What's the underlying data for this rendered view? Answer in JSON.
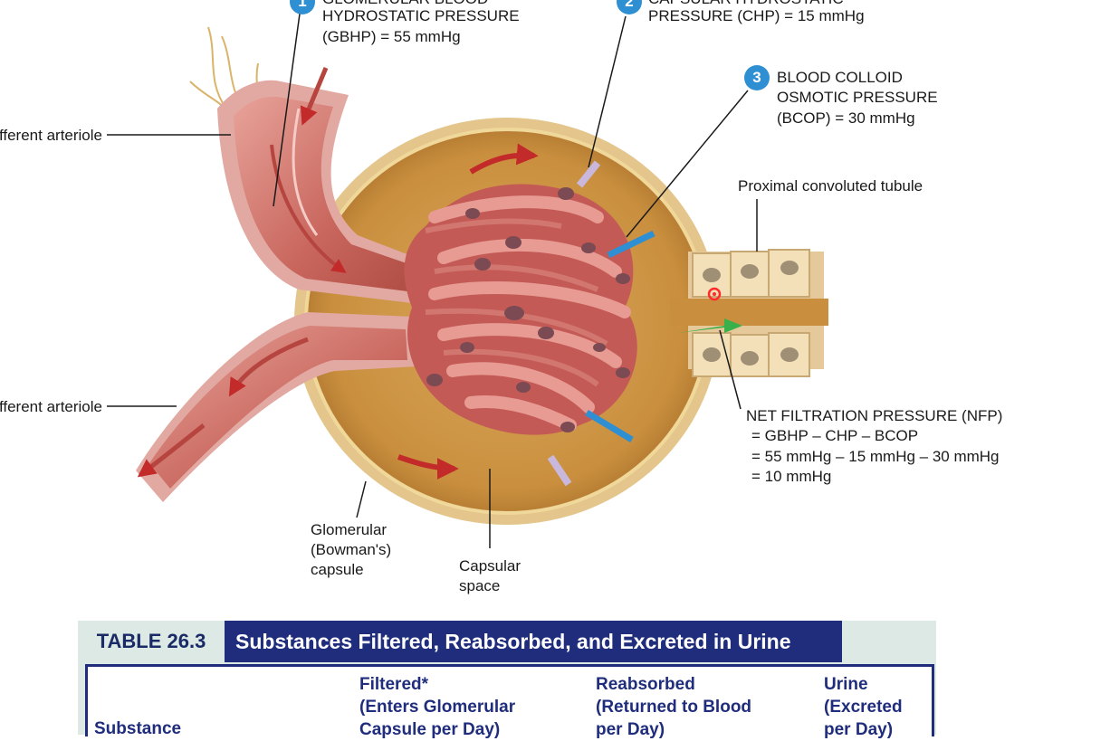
{
  "labels": {
    "gbhp_line1": "GLOMERULAR BLOOD",
    "gbhp_line2": "HYDROSTATIC PRESSURE",
    "gbhp_line3": "(GBHP) = 55 mmHg",
    "chp_line1": "CAPSULAR HYDROSTATIC",
    "chp_line2": "PRESSURE (CHP) = 15 mmHg",
    "bcop_num": "3",
    "bcop_line1": "BLOOD COLLOID",
    "bcop_line2": "OSMOTIC PRESSURE",
    "bcop_line3": "(BCOP) = 30 mmHg",
    "afferent": "Afferent arteriole",
    "efferent": "Efferent arteriole",
    "pct": "Proximal convoluted tubule",
    "nfp_line1": "NET FILTRATION PRESSURE (NFP)",
    "nfp_line2": "= GBHP – CHP – BCOP",
    "nfp_line3": "= 55 mmHg – 15 mmHg – 30 mmHg",
    "nfp_line4": "= 10 mmHg",
    "capsule_line1": "Glomerular",
    "capsule_line2": "(Bowman's)",
    "capsule_line3": "capsule",
    "space_line1": "Capsular",
    "space_line2": "space"
  },
  "table": {
    "tag": "TABLE 26.3",
    "title": "Substances Filtered, Reabsorbed, and Excreted in Urine",
    "col_substance": "Substance",
    "col_filtered_1": "Filtered*",
    "col_filtered_2": "(Enters Glomerular",
    "col_filtered_3": "Capsule per Day)",
    "col_reabsorbed_1": "Reabsorbed",
    "col_reabsorbed_2": "(Returned to Blood",
    "col_reabsorbed_3": "per Day)",
    "col_urine_1": "Urine",
    "col_urine_2": "(Excreted",
    "col_urine_3": "per Day)"
  },
  "colors": {
    "accent_blue": "#2f8fd3",
    "table_navy": "#1f2d7c",
    "table_tint": "#dce9e4"
  }
}
